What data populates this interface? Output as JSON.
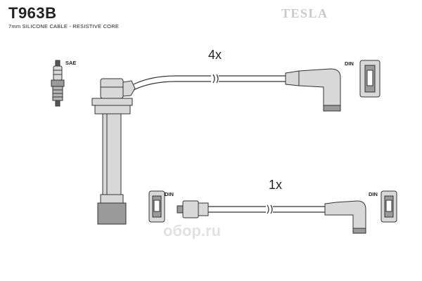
{
  "header": {
    "part_code": "T963B",
    "subtitle": "7mm SILICONE CABLE - RESISTIVE CORE",
    "brand": "TESLA"
  },
  "labels": {
    "spark_plug": "SAE",
    "connector_type": "DIN"
  },
  "quantities": {
    "long_lead": "4x",
    "short_lead": "1x"
  },
  "watermark": "oбоp.ru",
  "colors": {
    "line": "#333333",
    "part_fill": "#d8d8d8",
    "part_dark": "#7a7a7a",
    "brand": "#c9c9c9"
  },
  "icons": [
    "spark-plug-icon",
    "coil-boot-icon",
    "angled-boot-icon",
    "din-terminal-icon",
    "straight-terminal-icon"
  ]
}
